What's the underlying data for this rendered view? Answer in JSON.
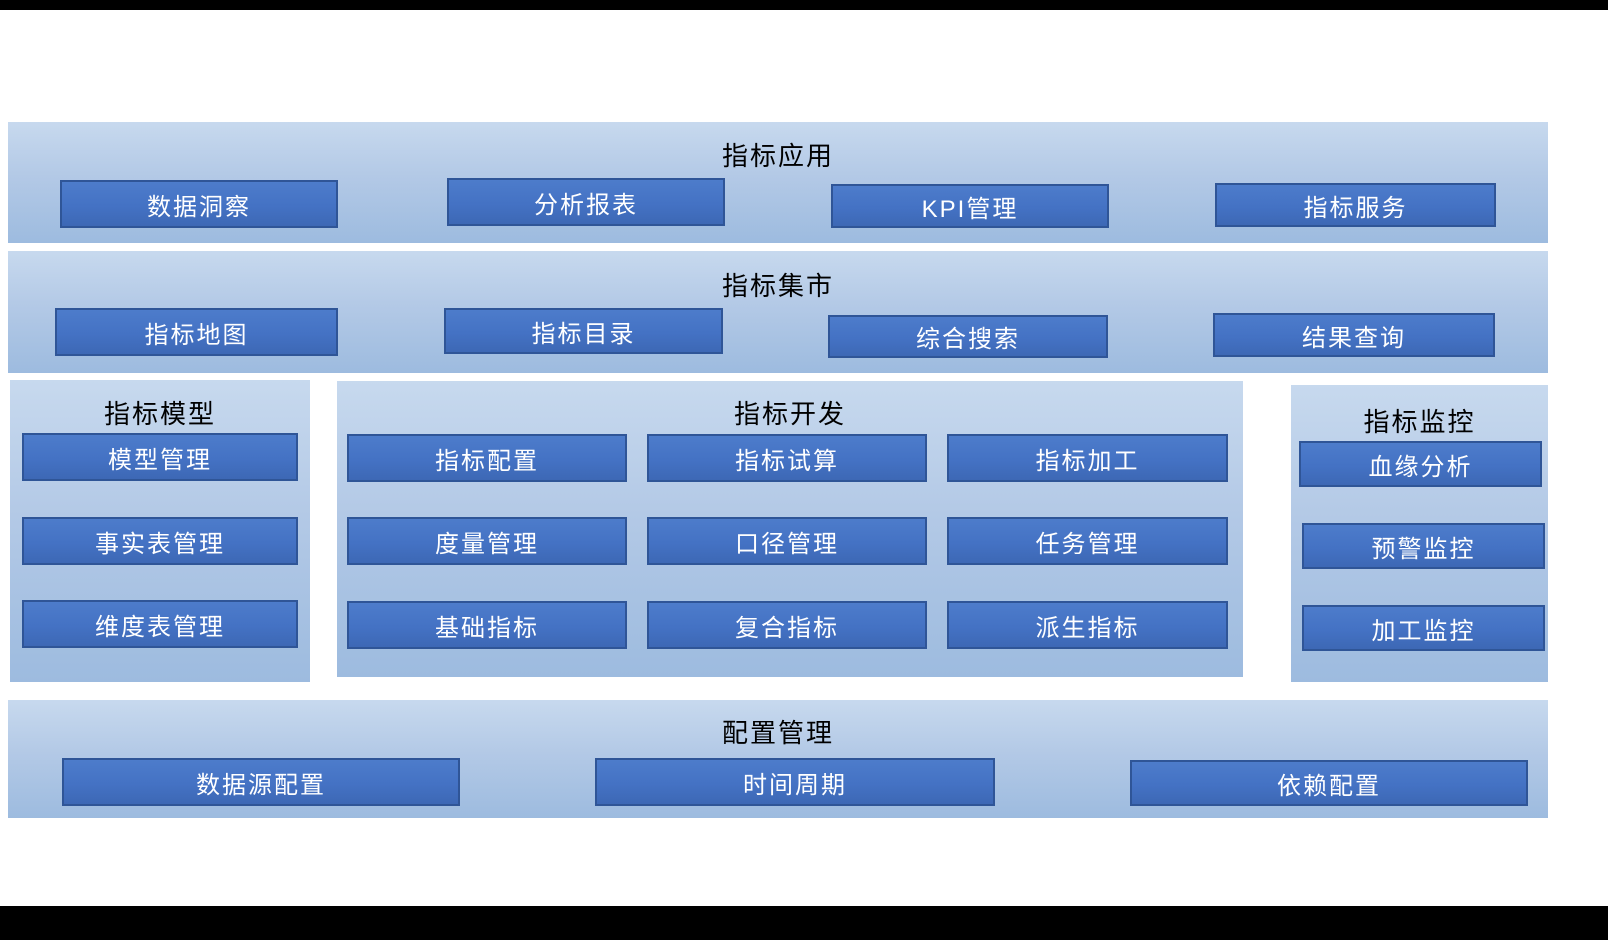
{
  "colors": {
    "panel_gradient_top": "#c7d9ee",
    "panel_gradient_bottom": "#9dbbdf",
    "box_fill": "#4472c4",
    "box_border": "#2f5597",
    "box_text": "#ffffff",
    "title_text": "#000000",
    "frame_bars": "#000000"
  },
  "sections": {
    "app": {
      "title": "指标应用",
      "items": [
        "数据洞察",
        "分析报表",
        "KPI管理",
        "指标服务"
      ]
    },
    "market": {
      "title": "指标集市",
      "items": [
        "指标地图",
        "指标目录",
        "综合搜索",
        "结果查询"
      ]
    },
    "model": {
      "title": "指标模型",
      "items": [
        "模型管理",
        "事实表管理",
        "维度表管理"
      ]
    },
    "dev": {
      "title": "指标开发",
      "rows": [
        [
          "指标配置",
          "指标试算",
          "指标加工"
        ],
        [
          "度量管理",
          "口径管理",
          "任务管理"
        ],
        [
          "基础指标",
          "复合指标",
          "派生指标"
        ]
      ]
    },
    "monitor": {
      "title": "指标监控",
      "items": [
        "血缘分析",
        "预警监控",
        "加工监控"
      ]
    },
    "config": {
      "title": "配置管理",
      "items": [
        "数据源配置",
        "时间周期",
        "依赖配置"
      ]
    }
  }
}
